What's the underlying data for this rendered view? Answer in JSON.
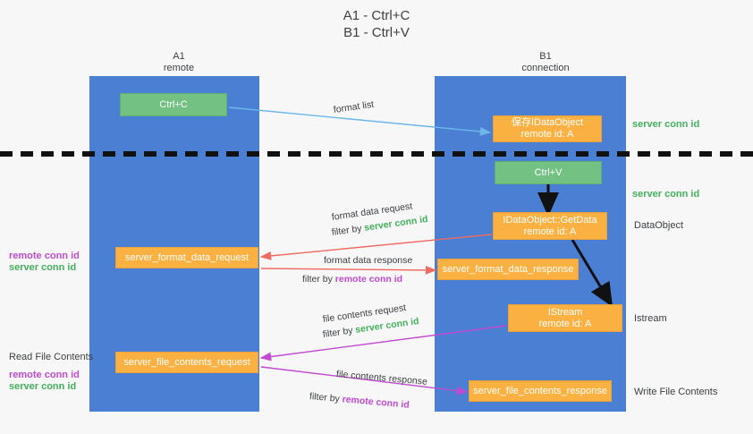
{
  "title": {
    "line1": "A1 - Ctrl+C",
    "line2": "B1 - Ctrl+V"
  },
  "lanes": [
    {
      "id": "a1",
      "name": "A1",
      "role": "remote",
      "color": "#4a7fd4"
    },
    {
      "id": "b1",
      "name": "B1",
      "role": "connection",
      "color": "#4a7fd4"
    }
  ],
  "colors": {
    "lane": "#4a7fd4",
    "green_node": "#73c183",
    "orange_node": "#fbb042",
    "server_conn_id": "#43b05c",
    "remote_conn_id": "#c04ad0",
    "arrow_blue": "#6cb6e8",
    "arrow_red": "#ef6a63",
    "arrow_magenta": "#c04ad0",
    "arrow_black": "#111111",
    "divider": "#111111"
  },
  "nodes": {
    "ctrl_c": {
      "label": "Ctrl+C",
      "style": "green"
    },
    "save_idataobject": {
      "line1": "保存IDataObject",
      "line2": "remote id: A",
      "style": "orange"
    },
    "ctrl_v": {
      "label": "Ctrl+V",
      "style": "green"
    },
    "getdata": {
      "line1": "IDataObject::GetData",
      "line2": "remote id: A",
      "style": "orange"
    },
    "istream": {
      "line1": "IStream",
      "line2": "remote id: A",
      "style": "orange"
    },
    "server_format_data_request": {
      "label": "server_format_data_request",
      "style": "orange"
    },
    "server_format_data_response": {
      "label": "server_format_data_response",
      "style": "orange"
    },
    "server_file_contents_request": {
      "label": "server_file_contents_request",
      "style": "orange"
    },
    "server_file_contents_response": {
      "label": "server_file_contents_response",
      "style": "orange"
    }
  },
  "right_notes": {
    "server_conn_id_top": "server conn id",
    "server_conn_id_mid": "server conn id",
    "dataobject": "DataObject",
    "istream": "Istream",
    "write_file_contents": "Write File Contents"
  },
  "left_notes": {
    "remote_conn_id_1": "remote conn id",
    "server_conn_id_1": "server conn id",
    "read_file_contents": "Read File Contents",
    "remote_conn_id_2": "remote conn id",
    "server_conn_id_2": "server conn id"
  },
  "edges": {
    "format_list": "format list",
    "format_data_request": "format data request",
    "format_data_request_filter_prefix": "filter by ",
    "format_data_request_filter_value": "server conn id",
    "format_data_response": "format data response",
    "format_data_response_filter_prefix": "filter by ",
    "format_data_response_filter_value": "remote conn id",
    "file_contents_request": "file contents request",
    "file_contents_request_filter_prefix": "filter by ",
    "file_contents_request_filter_value": "server conn id",
    "file_contents_response": "file contents response",
    "file_contents_response_filter_prefix": "filter by ",
    "file_contents_response_filter_value": "remote conn id"
  }
}
